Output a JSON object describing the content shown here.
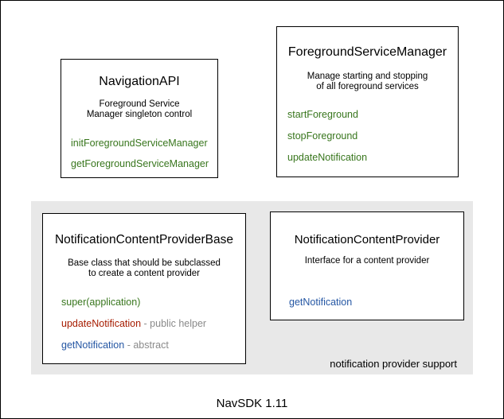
{
  "colors": {
    "method_green": "#38761d",
    "method_red": "#a61c00",
    "method_blue": "#2456a3",
    "annotation_gray": "#8a8a8a",
    "group_background": "#e8e8e8",
    "box_border": "#000000",
    "text_black": "#000000"
  },
  "classes": {
    "navigation_api": {
      "title": "NavigationAPI",
      "description": [
        "Foreground Service",
        "Manager singleton control"
      ],
      "methods": [
        {
          "label": "initForegroundServiceManager"
        },
        {
          "label": "getForegroundServiceManager"
        }
      ]
    },
    "foreground_service_manager": {
      "title": "ForegroundServiceManager",
      "description": [
        "Manage starting and stopping",
        "of all foreground services"
      ],
      "methods": [
        {
          "label": "startForeground"
        },
        {
          "label": "stopForeground"
        },
        {
          "label": "updateNotification"
        }
      ]
    },
    "notification_content_provider_base": {
      "title": "NotificationContentProviderBase",
      "description": [
        "Base class that should be subclassed",
        "to create a content provider"
      ],
      "methods": [
        {
          "label": "super(application)"
        },
        {
          "label": "updateNotification",
          "annotation": " - public helper"
        },
        {
          "label": "getNotification",
          "annotation": " - abstract"
        }
      ]
    },
    "notification_content_provider": {
      "title": "NotificationContentProvider",
      "description": [
        "Interface for a content provider"
      ],
      "methods": [
        {
          "label": "getNotification"
        }
      ]
    }
  },
  "group": {
    "label": "notification provider support"
  },
  "footer": {
    "label": "NavSDK 1.11"
  }
}
